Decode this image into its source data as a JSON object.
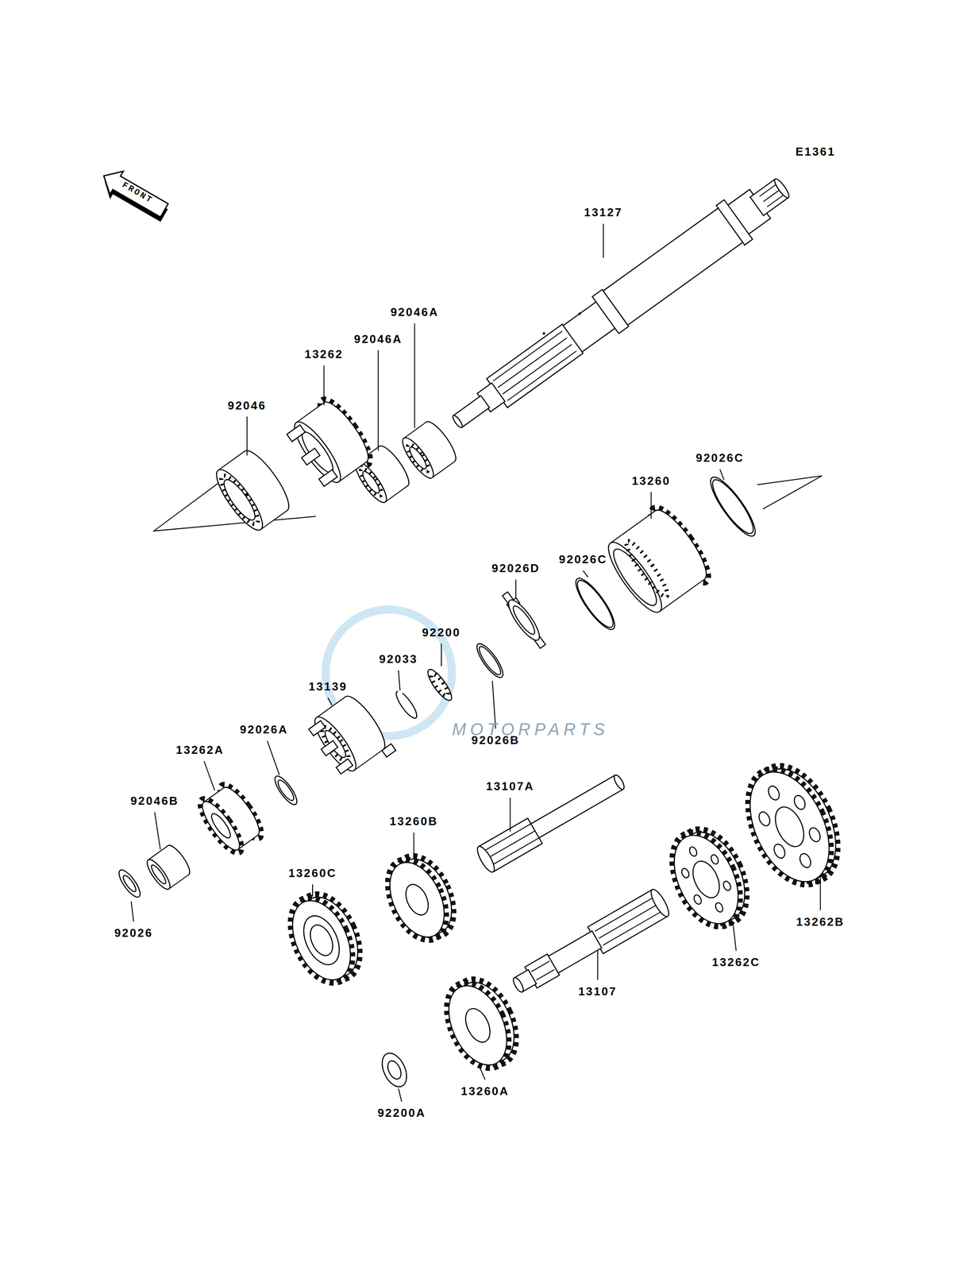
{
  "diagram": {
    "labels": [
      "E1361",
      "FRONT",
      "13127",
      "92046A",
      "92046A",
      "13262",
      "92046",
      "92026C",
      "13260",
      "92026C",
      "92026D",
      "92200",
      "92033",
      "13139",
      "92026B",
      "92026A",
      "13262A",
      "13107A",
      "92046B",
      "13260B",
      "13260C",
      "92026",
      "13262B",
      "13262C",
      "13107",
      "92200A",
      "13260A",
      "MOTORPARTS"
    ]
  }
}
